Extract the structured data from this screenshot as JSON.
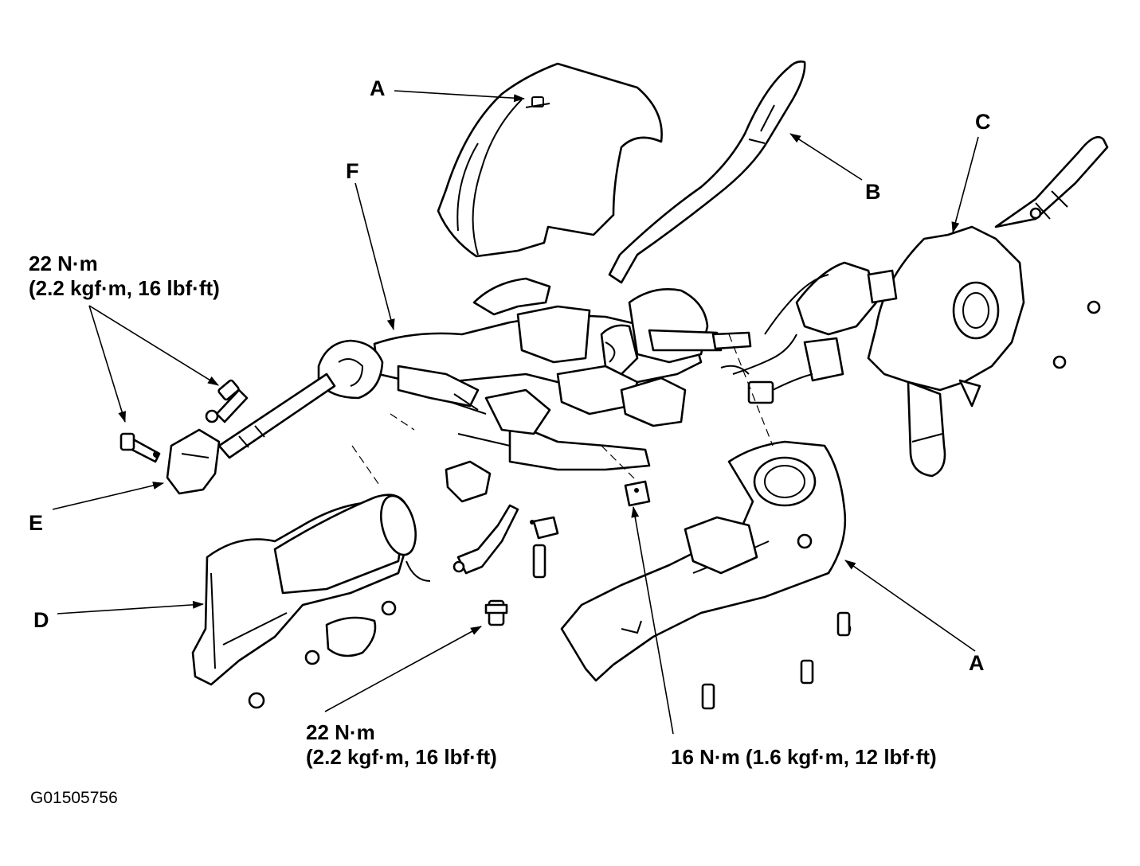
{
  "callouts": {
    "A_top": "A",
    "B": "B",
    "C": "C",
    "F": "F",
    "E": "E",
    "D": "D",
    "A_bottom": "A"
  },
  "torque_specs": {
    "left_line1": "22 N·m",
    "left_line2": "(2.2 kgf·m, 16 lbf·ft)",
    "bottom_line1": "22 N·m",
    "bottom_line2": "(2.2 kgf·m, 16 lbf·ft)",
    "right": "16 N·m (1.6 kgf·m, 12 lbf·ft)"
  },
  "figure_id": "G01505756"
}
